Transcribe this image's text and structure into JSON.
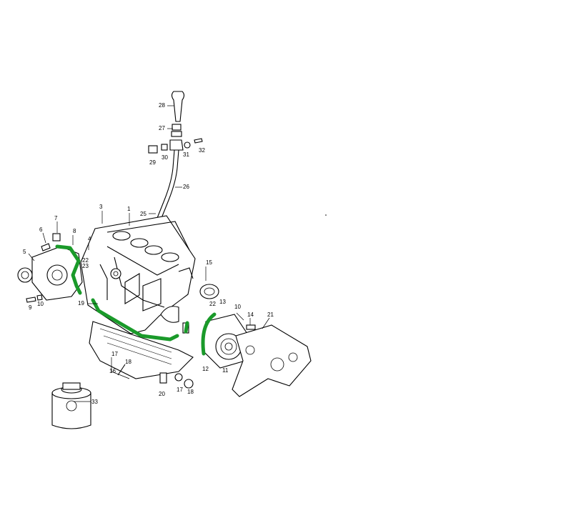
{
  "diagram": {
    "highlight_color": "#2bbf3a",
    "line_color": "#000000",
    "callouts": [
      "1",
      "3",
      "4",
      "5",
      "6",
      "7",
      "8",
      "9",
      "10",
      "10",
      "11",
      "12",
      "13",
      "14",
      "15",
      "16",
      "17",
      "17",
      "18",
      "18",
      "19",
      "20",
      "21",
      "22",
      "22",
      "23",
      "25",
      "26",
      "27",
      "28",
      "29",
      "30",
      "31",
      "32",
      "33"
    ]
  }
}
